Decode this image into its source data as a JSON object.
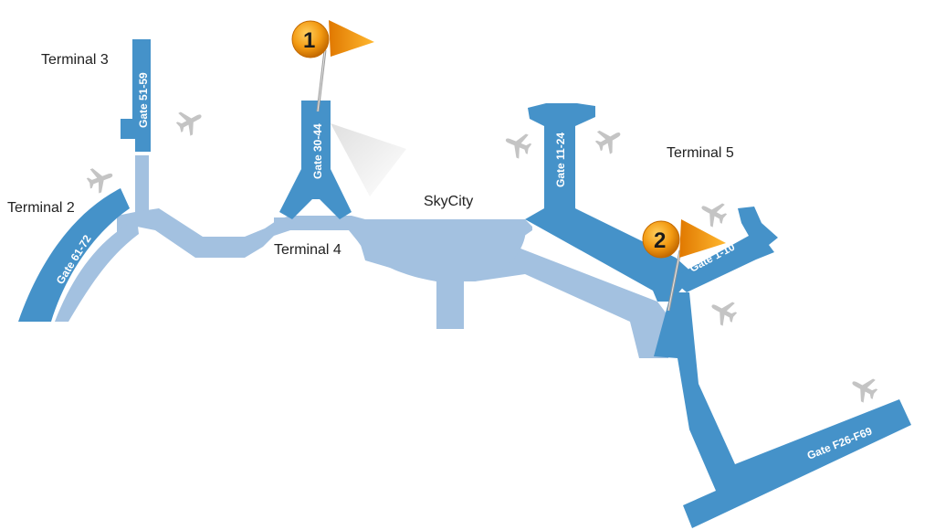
{
  "terminals": {
    "t2": "Terminal 2",
    "t3": "Terminal 3",
    "t4": "Terminal 4",
    "t5": "Terminal 5",
    "skycity": "SkyCity"
  },
  "gates": {
    "g61_72": "Gate 61-72",
    "g51_59": "Gate 51-59",
    "g30_44": "Gate 30-44",
    "g11_24": "Gate 11-24",
    "g1_10": "Gate 1-10",
    "gF26_F69": "Gate F26-F69"
  },
  "markers": {
    "m1": "1",
    "m2": "2"
  },
  "colors": {
    "gate_blue": "#4592c9",
    "concourse_light": "#a3c1e0",
    "plane_gray": "#c4c4c4",
    "flag_orange": "#f39a12"
  },
  "icons": [
    "airplane-icon",
    "flag-pin-icon"
  ]
}
